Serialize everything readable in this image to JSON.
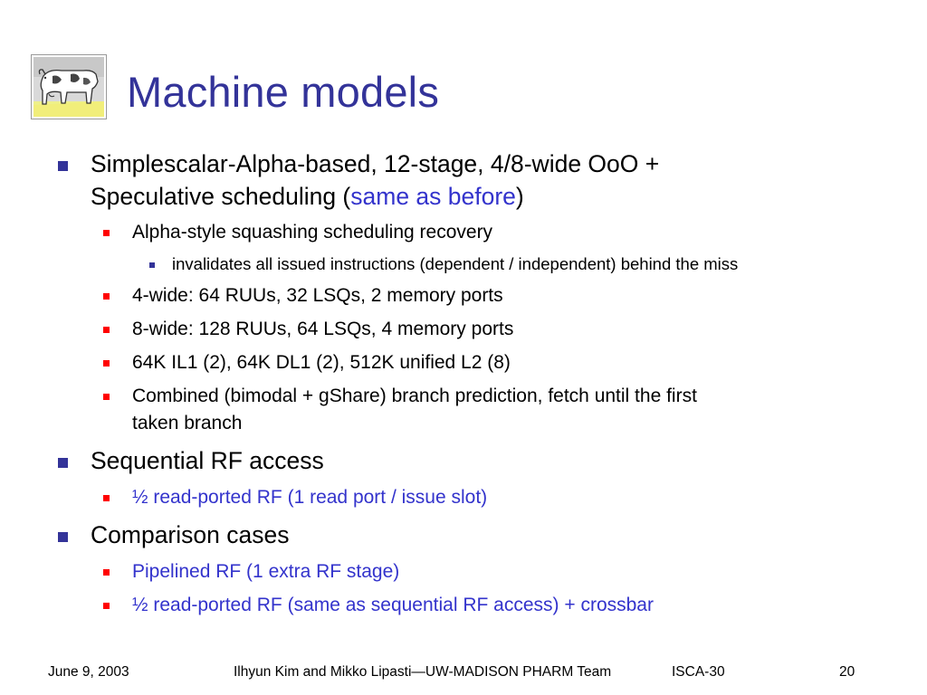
{
  "slide": {
    "title": "Machine models",
    "logo_icon": "cow-painting-logo",
    "bullets": {
      "b1_line1": "Simplescalar-Alpha-based, 12-stage, 4/8-wide OoO +",
      "b1_line2_prefix": "Speculative scheduling (",
      "b1_line2_link": "same as before",
      "b1_line2_suffix": ")",
      "b1_sub1": "Alpha-style squashing scheduling recovery",
      "b1_sub1_sub1": "invalidates all issued instructions (dependent / independent) behind the miss",
      "b1_sub2": "4-wide: 64 RUUs, 32 LSQs, 2 memory ports",
      "b1_sub3": "8-wide: 128 RUUs, 64 LSQs, 4 memory ports",
      "b1_sub4": "64K IL1 (2), 64K DL1 (2), 512K unified L2 (8)",
      "b1_sub5_line1": "Combined (bimodal + gShare) branch prediction, fetch until the first",
      "b1_sub5_line2": "taken branch",
      "b2": "Sequential RF access",
      "b2_sub1": "½ read-ported RF (1 read port / issue slot)",
      "b3": "Comparison cases",
      "b3_sub1": "Pipelined RF (1 extra RF stage)",
      "b3_sub2": "½ read-ported RF (same as sequential RF access) + crossbar"
    }
  },
  "footer": {
    "date": "June 9, 2003",
    "authors": "Ilhyun Kim and Mikko Lipasti—UW-MADISON PHARM Team",
    "venue": "ISCA-30",
    "page": "20"
  },
  "colors": {
    "title": "#333399",
    "bullet_level1": "#333399",
    "bullet_level2": "#ff0000",
    "bullet_level3": "#333399",
    "highlight_text": "#3333cc"
  }
}
